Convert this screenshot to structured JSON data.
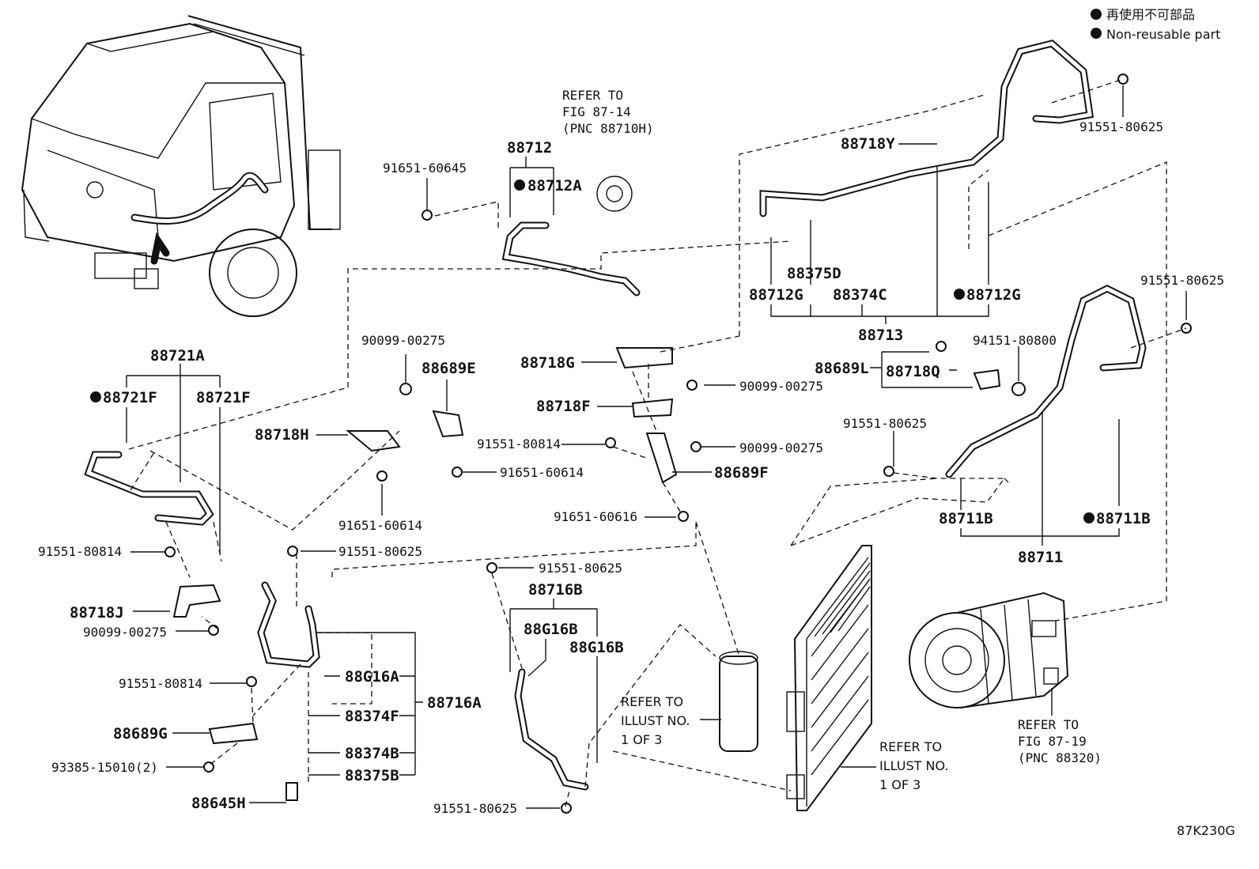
{
  "legend": {
    "line1": "再使用不可部品",
    "line2": "Non-reusable part"
  },
  "figure_code": "87K230G",
  "refs": {
    "fig_87_14": [
      "REFER TO",
      "FIG 87-14",
      "(PNC 88710H)"
    ],
    "fig_87_19": [
      "REFER TO",
      "FIG 87-19",
      "(PNC 88320)"
    ],
    "illust_a": [
      "REFER TO",
      "ILLUST NO.",
      "1 OF 3"
    ],
    "illust_b": [
      "REFER TO",
      "ILLUST NO.",
      "1 OF 3"
    ]
  },
  "labels": {
    "p88712": "88712",
    "p88712A": "88712A",
    "p91651_60645": "91651-60645",
    "p88718Y": "88718Y",
    "p91551_80625_tr": "91551-80625",
    "p88375D": "88375D",
    "p88712G_l": "88712G",
    "p88374C": "88374C",
    "p88712G_r": "88712G",
    "p88713": "88713",
    "p91551_80625_r": "91551-80625",
    "p94151_80800": "94151-80800",
    "p88689L": "88689L",
    "p88718Q": "88718Q",
    "p88718G": "88718G",
    "p90099_00275_a": "90099-00275",
    "p88718F": "88718F",
    "p90099_00275_b": "90099-00275",
    "p91551_80814_m": "91551-80814",
    "p88689F": "88689F",
    "p91651_60616": "91651-60616",
    "p91551_80625_mr": "91551-80625",
    "p88711B_l": "88711B",
    "p88711B_r": "88711B",
    "p88711": "88711",
    "p88721A": "88721A",
    "p88721F_l": "88721F",
    "p88721F_r": "88721F",
    "p90099_00275_c": "90099-00275",
    "p88689E": "88689E",
    "p88718H": "88718H",
    "p91651_60614_a": "91651-60614",
    "p91651_60614_b": "91651-60614",
    "p91551_80814_l": "91551-80814",
    "p91551_80625_ml": "91551-80625",
    "p88718J": "88718J",
    "p90099_00275_d": "90099-00275",
    "p91551_80814_l2": "91551-80814",
    "p88689G": "88689G",
    "p93385": "93385-15010(2)",
    "p88645H": "88645H",
    "p88G16A": "88G16A",
    "p88374F": "88374F",
    "p88374B": "88374B",
    "p88375B": "88375B",
    "p88716A": "88716A",
    "p91551_80625_c": "91551-80625",
    "p88716B": "88716B",
    "p88G16B_l": "88G16B",
    "p88G16B_r": "88G16B",
    "p91551_80625_b": "91551-80625"
  },
  "non_reusable_marked": [
    "88712A",
    "88712G",
    "88711B",
    "88721F"
  ],
  "icons": [
    "truck-illustration",
    "condenser-illustration",
    "compressor-illustration",
    "receiver-dryer-illustration"
  ]
}
